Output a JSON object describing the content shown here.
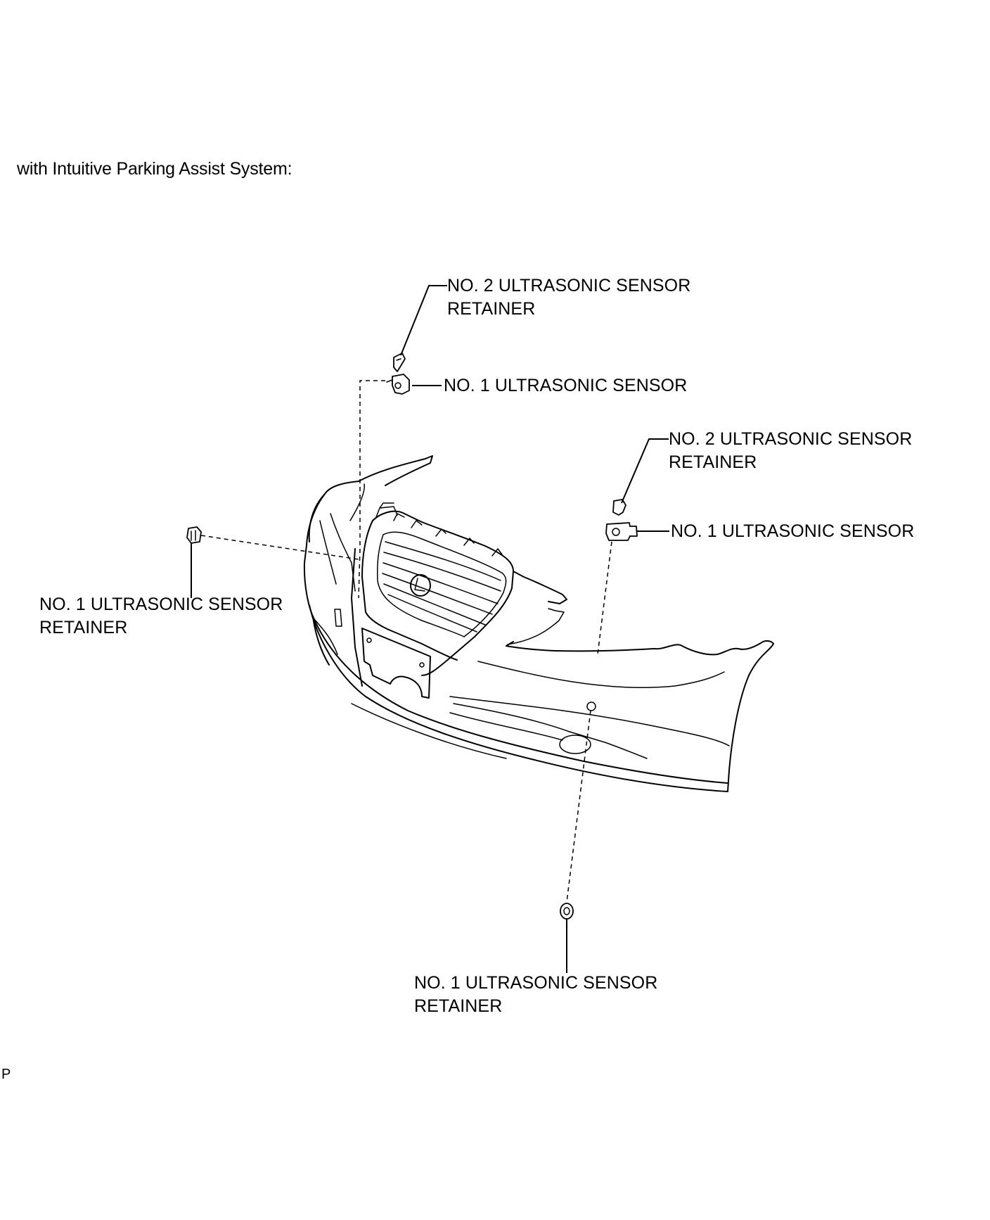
{
  "caption": "with Intuitive Parking Assist System:",
  "footer_code": "P",
  "callouts": {
    "center_retainer_no2": [
      "NO. 2 ULTRASONIC SENSOR",
      "RETAINER"
    ],
    "center_sensor": [
      "NO. 1 ULTRASONIC SENSOR"
    ],
    "right_retainer_no2": [
      "NO. 2 ULTRASONIC SENSOR",
      "RETAINER"
    ],
    "right_sensor": [
      "NO. 1 ULTRASONIC SENSOR"
    ],
    "left_retainer_no1": [
      "NO. 1 ULTRASONIC SENSOR",
      "RETAINER"
    ],
    "bottom_retainer_no1": [
      "NO. 1 ULTRASONIC SENSOR",
      "RETAINER"
    ]
  }
}
